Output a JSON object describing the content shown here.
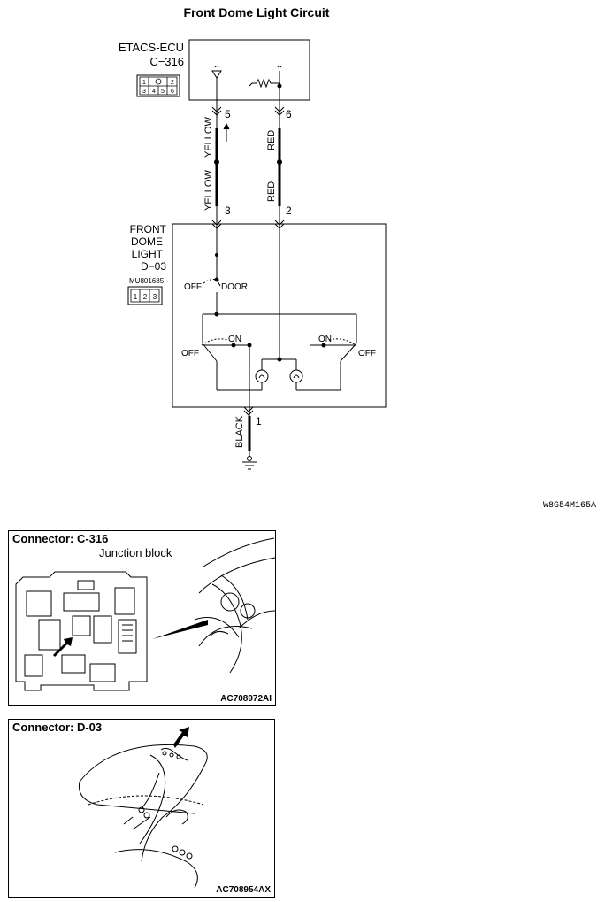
{
  "title": "Front Dome Light Circuit",
  "etacs": {
    "name": "ETACS-ECU",
    "connector": "C−316",
    "pins_top": [
      "1",
      "2"
    ],
    "pins_bottom": [
      "3",
      "4",
      "5",
      "6"
    ]
  },
  "dome": {
    "line1": "FRONT",
    "line2": "DOME",
    "line3": "LIGHT",
    "connector": "D−03",
    "part_no": "MU801685",
    "pins": [
      "1",
      "2",
      "3"
    ]
  },
  "wires": {
    "left_pin_top": "5",
    "right_pin_top": "6",
    "left_color_upper": "YELLOW",
    "right_color_upper": "RED",
    "left_color_lower": "YELLOW",
    "right_color_lower": "RED",
    "left_pin_bottom": "3",
    "right_pin_bottom": "2",
    "ground_pin": "1",
    "ground_color": "BLACK"
  },
  "switches": {
    "off_label": "OFF",
    "door_label": "DOOR",
    "on_left": "ON",
    "on_right": "ON",
    "off_left": "OFF",
    "off_right": "OFF"
  },
  "figure_ref": "W8G54M165A",
  "panel1": {
    "title": "Connector: C-316",
    "subtitle": "Junction block",
    "code": "AC708972AI"
  },
  "panel2": {
    "title": "Connector: D-03",
    "code": "AC708954AX"
  }
}
